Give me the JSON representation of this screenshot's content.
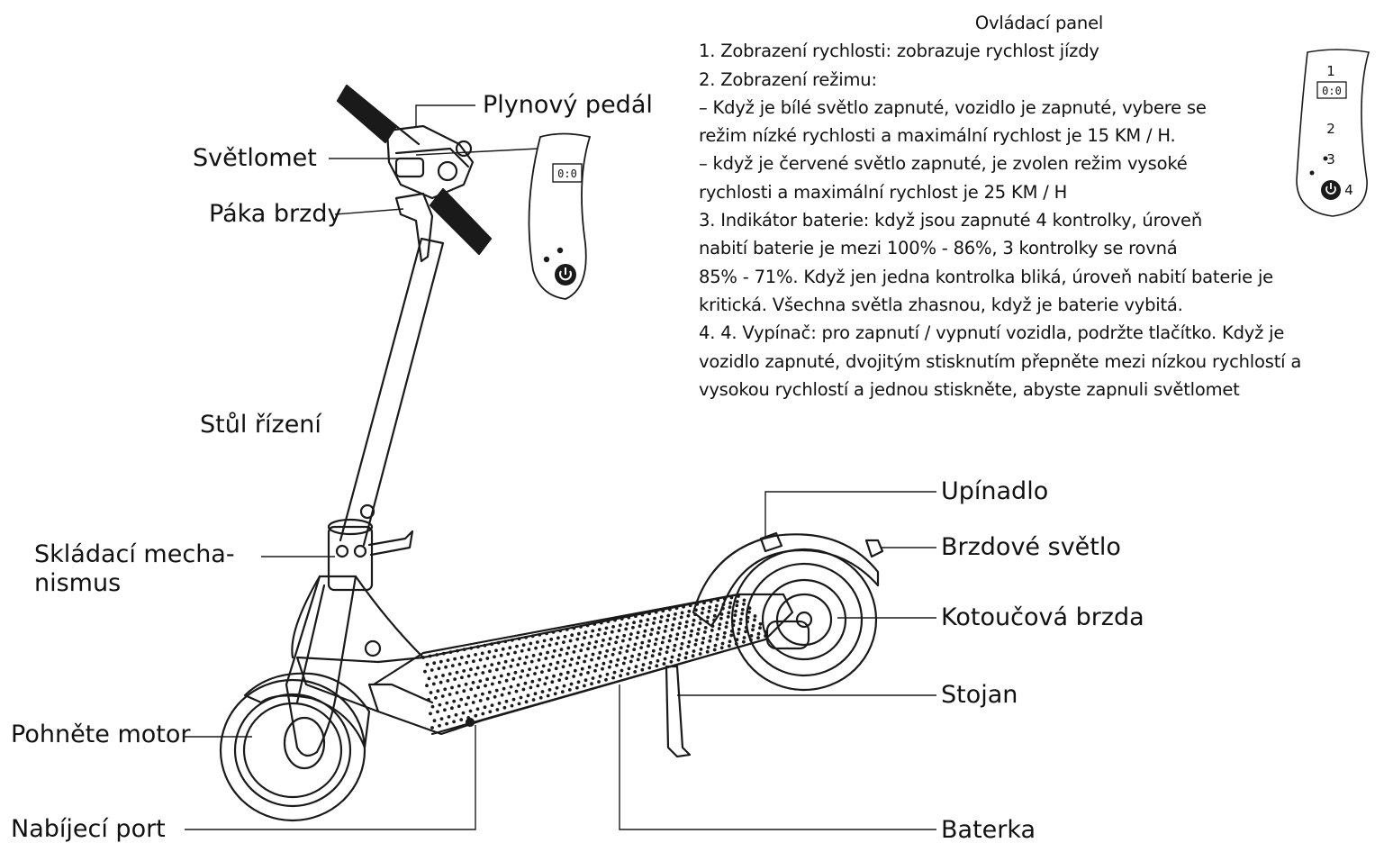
{
  "labels": {
    "throttle": "Plynový pedál",
    "headlight": "Světlomet",
    "brake_lever": "Páka brzdy",
    "stem": "Stůl řízení",
    "folding": "Skládací mecha- nismus",
    "motor": "Pohněte motor",
    "charging_port": "Nabíjecí port",
    "clamp": "Upínadlo",
    "brake_light": "Brzdové světlo",
    "disc_brake": "Kotoučová brzda",
    "kickstand": "Stojan",
    "battery": "Baterka"
  },
  "panel": {
    "title": "Ovládací panel",
    "lines": [
      "1. Zobrazení rychlosti: zobrazuje rychlost jízdy",
      "2. Zobrazení režimu:",
      "– Když je bílé světlo zapnuté, vozidlo je zapnuté, vybere se",
      "režim nízké rychlosti a maximální rychlost je 15 KM / H.",
      "– když je červené světlo zapnuté, je zvolen režim vysoké",
      "rychlosti a maximální rychlost je 25 KM / H",
      "3. Indikátor baterie: když jsou zapnuté 4 kontrolky, úroveň",
      "nabití baterie je mezi 100% - 86%, 3 kontrolky se rovná",
      "85% - 71%. Když jen jedna kontrolka bliká, úroveň nabití baterie je",
      "kritická. Všechna světla zhasnou, když je baterie vybitá.",
      "4. 4. Vypínač: pro zapnutí / vypnutí vozidla, podržte tlačítko. Když je",
      "vozidlo zapnuté, dvojitým stisknutím přepněte mezi nízkou rychlostí a",
      "vysokou rychlostí a jednou stiskněte, abyste zapnuli světlomet"
    ]
  },
  "display": {
    "reading": "0:0",
    "callouts": [
      "1",
      "2",
      "3",
      "4"
    ]
  }
}
